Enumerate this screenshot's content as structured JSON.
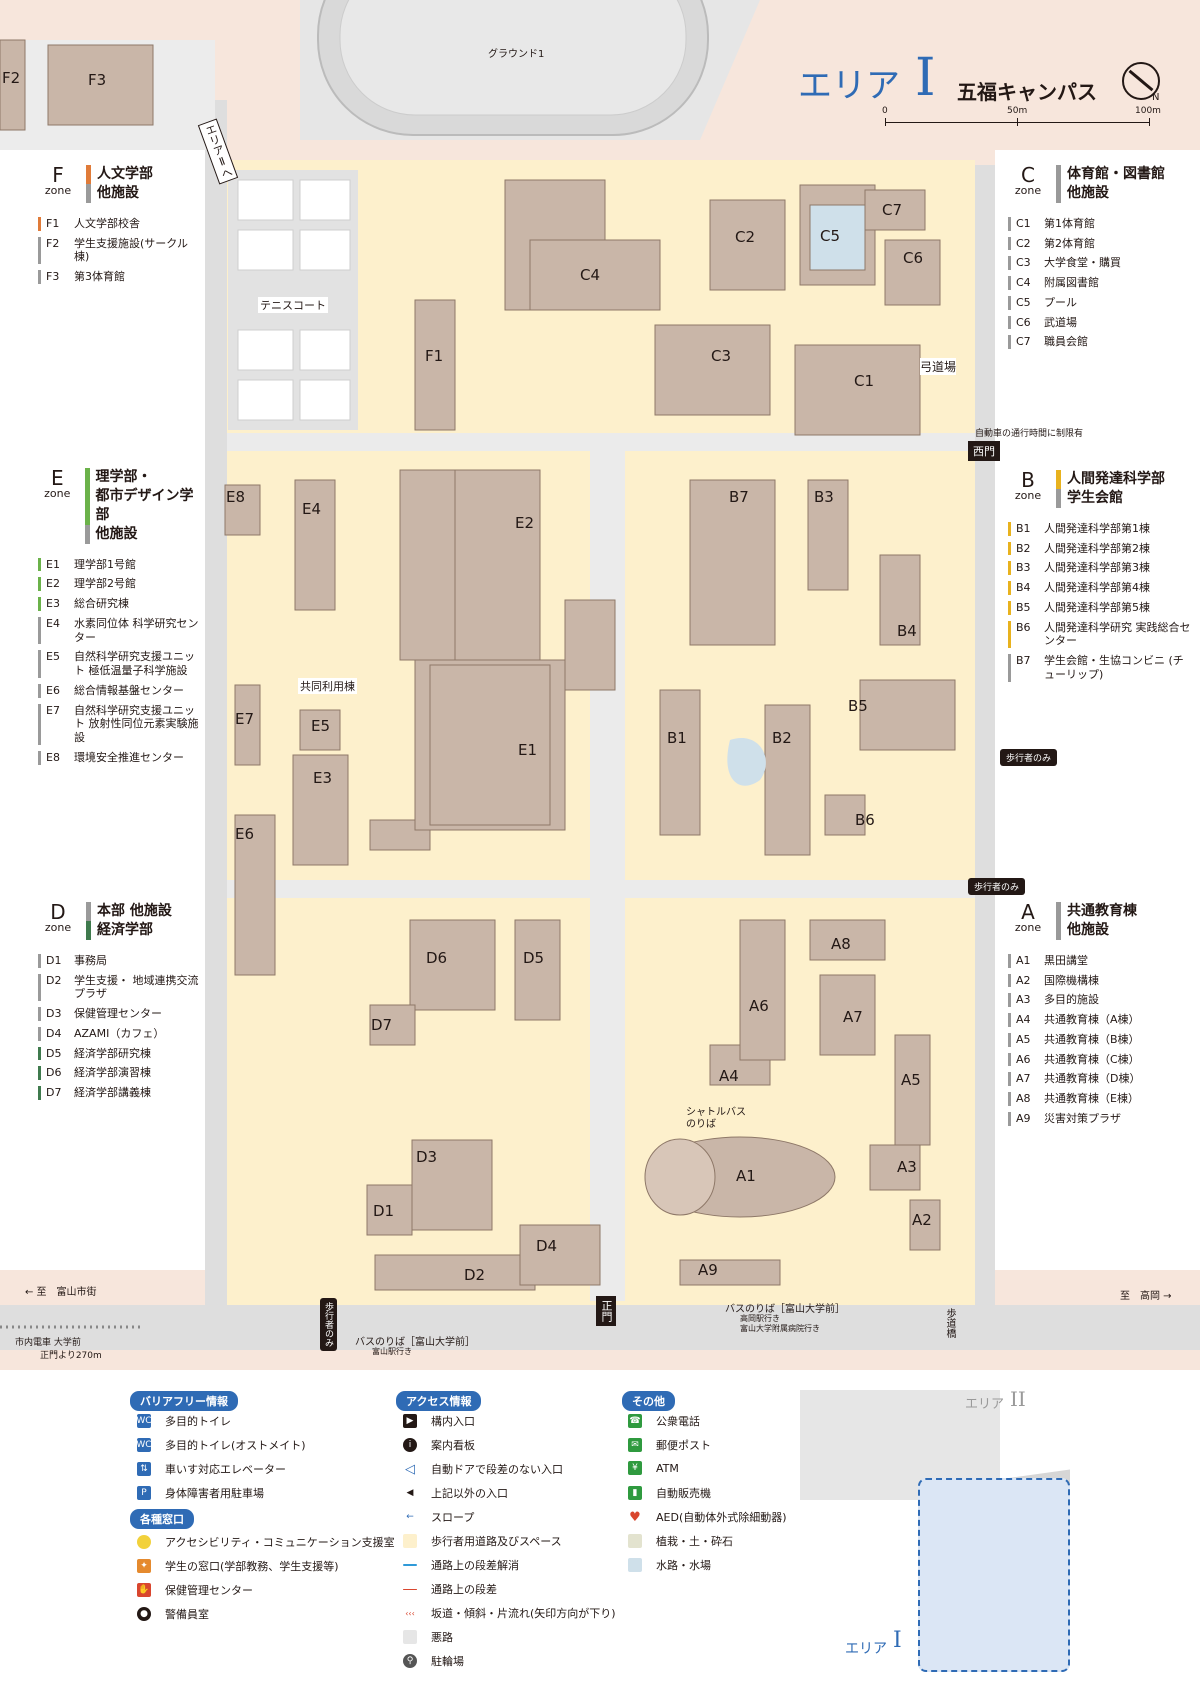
{
  "header": {
    "area_label": "エリア",
    "area_numeral": "I",
    "campus_name": "五福キャンパス",
    "scale_ticks": [
      "0",
      "50m",
      "100m"
    ],
    "north_label": "N"
  },
  "map": {
    "ground_label": "グラウンド1",
    "tennis_label": "テニスコート",
    "area2_arrow": "エリアⅡへ",
    "bike_notice": "自動車の通行時間に制限有",
    "west_gate": "西門",
    "main_gate": "正門",
    "pedestrian_only": "歩行者のみ",
    "pedestrian_bridge": "歩道橋",
    "kyudojo": "弓道場",
    "kyodo_riyo": "共同利用棟",
    "shuttle_bus": "シャトルバス のりば",
    "to_city": "← 至　富山市街",
    "to_takaoka": "至　高岡 →",
    "tram_stop": "市内電車  大学前",
    "tram_distance": "正門より270m",
    "bus_stop_left": "バスのりば［富山大学前］",
    "bus_stop_left_sub": "富山駅行き",
    "bus_stop_right": "バスのりば［富山大学前］",
    "bus_stop_right_sub1": "高岡駅行き",
    "bus_stop_right_sub2": "富山大学附属病院行き",
    "buildings": {
      "F1": "F1",
      "F2": "F2",
      "F3": "F3",
      "C1": "C1",
      "C2": "C2",
      "C3": "C3",
      "C4": "C4",
      "C5": "C5",
      "C6": "C6",
      "C7": "C7",
      "E1": "E1",
      "E2": "E2",
      "E3": "E3",
      "E4": "E4",
      "E5": "E5",
      "E6": "E6",
      "E7": "E7",
      "E8": "E8",
      "B1": "B1",
      "B2": "B2",
      "B3": "B3",
      "B4": "B4",
      "B5": "B5",
      "B6": "B6",
      "B7": "B7",
      "D1": "D1",
      "D2": "D2",
      "D3": "D3",
      "D4": "D4",
      "D5": "D5",
      "D6": "D6",
      "D7": "D7",
      "A1": "A1",
      "A2": "A2",
      "A3": "A3",
      "A4": "A4",
      "A5": "A5",
      "A6": "A6",
      "A7": "A7",
      "A8": "A8",
      "A9": "A9"
    }
  },
  "zones": {
    "F": {
      "letter": "F",
      "zone": "zone",
      "titles": [
        "人文学部",
        "他施設"
      ],
      "items": [
        {
          "code": "F1",
          "name": "人文学部校舎"
        },
        {
          "code": "F2",
          "name": "学生支援施設(サークル棟)"
        },
        {
          "code": "F3",
          "name": "第3体育館"
        }
      ]
    },
    "C": {
      "letter": "C",
      "zone": "zone",
      "titles": [
        "体育館・図書館",
        "他施設"
      ],
      "items": [
        {
          "code": "C1",
          "name": "第1体育館"
        },
        {
          "code": "C2",
          "name": "第2体育館"
        },
        {
          "code": "C3",
          "name": "大学食堂・購買"
        },
        {
          "code": "C4",
          "name": "附属図書館"
        },
        {
          "code": "C5",
          "name": "プール"
        },
        {
          "code": "C6",
          "name": "武道場"
        },
        {
          "code": "C7",
          "name": "職員会館"
        }
      ]
    },
    "E": {
      "letter": "E",
      "zone": "zone",
      "titles": [
        "理学部・",
        "都市デザイン学部",
        "他施設"
      ],
      "items": [
        {
          "code": "E1",
          "name": "理学部1号館"
        },
        {
          "code": "E2",
          "name": "理学部2号館"
        },
        {
          "code": "E3",
          "name": "総合研究棟"
        },
        {
          "code": "E4",
          "name": "水素同位体 科学研究センター"
        },
        {
          "code": "E5",
          "name": "自然科学研究支援ユニット 極低温量子科学施設"
        },
        {
          "code": "E6",
          "name": "総合情報基盤センター"
        },
        {
          "code": "E7",
          "name": "自然科学研究支援ユニット 放射性同位元素実験施設"
        },
        {
          "code": "E8",
          "name": "環境安全推進センター"
        }
      ]
    },
    "B": {
      "letter": "B",
      "zone": "zone",
      "titles": [
        "人間発達科学部",
        "学生会館"
      ],
      "items": [
        {
          "code": "B1",
          "name": "人間発達科学部第1棟"
        },
        {
          "code": "B2",
          "name": "人間発達科学部第2棟"
        },
        {
          "code": "B3",
          "name": "人間発達科学部第3棟"
        },
        {
          "code": "B4",
          "name": "人間発達科学部第4棟"
        },
        {
          "code": "B5",
          "name": "人間発達科学部第5棟"
        },
        {
          "code": "B6",
          "name": "人間発達科学研究 実践総合センター"
        },
        {
          "code": "B7",
          "name": "学生会館・生協コンビニ (チューリップ)"
        }
      ]
    },
    "D": {
      "letter": "D",
      "zone": "zone",
      "titles": [
        "本部 他施設",
        "経済学部"
      ],
      "items": [
        {
          "code": "D1",
          "name": "事務局"
        },
        {
          "code": "D2",
          "name": "学生支援・ 地域連携交流プラザ"
        },
        {
          "code": "D3",
          "name": "保健管理センター"
        },
        {
          "code": "D4",
          "name": "AZAMI（カフェ）"
        },
        {
          "code": "D5",
          "name": "経済学部研究棟"
        },
        {
          "code": "D6",
          "name": "経済学部演習棟"
        },
        {
          "code": "D7",
          "name": "経済学部講義棟"
        }
      ]
    },
    "A": {
      "letter": "A",
      "zone": "zone",
      "titles": [
        "共通教育棟",
        "他施設"
      ],
      "items": [
        {
          "code": "A1",
          "name": "黒田講堂"
        },
        {
          "code": "A2",
          "name": "国際機構棟"
        },
        {
          "code": "A3",
          "name": "多目的施設"
        },
        {
          "code": "A4",
          "name": "共通教育棟（A棟）"
        },
        {
          "code": "A5",
          "name": "共通教育棟（B棟）"
        },
        {
          "code": "A6",
          "name": "共通教育棟（C棟）"
        },
        {
          "code": "A7",
          "name": "共通教育棟（D棟）"
        },
        {
          "code": "A8",
          "name": "共通教育棟（E棟）"
        },
        {
          "code": "A9",
          "name": "災害対策プラザ"
        }
      ]
    }
  },
  "legend": {
    "barrier_free": {
      "title": "バリアフリー情報",
      "items": [
        "多目的トイレ",
        "多目的トイレ(オストメイト)",
        "車いす対応エレベーター",
        "身体障害者用駐車場"
      ]
    },
    "windows": {
      "title": "各種窓口",
      "items": [
        "アクセシビリティ・コミュニケーション支援室",
        "学生の窓口(学部教務、学生支援等)",
        "保健管理センター",
        "警備員室"
      ]
    },
    "access": {
      "title": "アクセス情報",
      "items": [
        "構内入口",
        "案内看板",
        "自動ドアで段差のない入口",
        "上記以外の入口",
        "スロープ",
        "歩行者用道路及びスペース",
        "通路上の段差解消",
        "通路上の段差",
        "坂道・傾斜・片流れ(矢印方向が下り)",
        "悪路",
        "駐輪場"
      ]
    },
    "other": {
      "title": "その他",
      "items": [
        "公衆電話",
        "郵便ポスト",
        "ATM",
        "自動販売機",
        "AED(自動体外式除細動器)",
        "植栽・土・砕石",
        "水路・水場"
      ]
    }
  },
  "minimap": {
    "area2_label": "エリア",
    "area2_numeral": "II",
    "area1_label": "エリア",
    "area1_numeral": "I"
  },
  "colors": {
    "building": "#c9b6a8",
    "building_stroke": "#8e7868",
    "pedestrian": "#fdf0cc",
    "background": "#f7e6dc",
    "road": "#e0e0e0",
    "accent_blue": "#2f6bb5",
    "green": "#2f9a3f",
    "aed_red": "#d9462e",
    "zone_f": "#e07b39",
    "zone_e": "#6bb24a",
    "zone_b": "#e8b21e",
    "zone_d": "#3f7a4d"
  }
}
